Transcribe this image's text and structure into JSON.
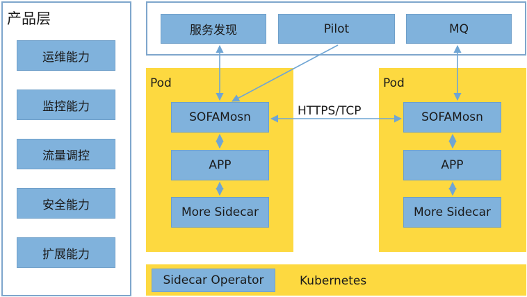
{
  "product_layer": {
    "title": "产品层",
    "items": [
      "运维能力",
      "监控能力",
      "流量调控",
      "安全能力",
      "扩展能力"
    ]
  },
  "control_plane": {
    "items": [
      "服务发现",
      "Pilot",
      "MQ"
    ]
  },
  "pods": [
    {
      "label": "Pod",
      "components": [
        "SOFAMosn",
        "APP",
        "More Sidecar"
      ]
    },
    {
      "label": "Pod",
      "components": [
        "SOFAMosn",
        "APP",
        "More Sidecar"
      ]
    }
  ],
  "link_label": "HTTPS/TCP",
  "kubernetes": {
    "operator": "Sidecar Operator",
    "label": "Kubernetes"
  },
  "colors": {
    "box_fill": "#80b2dc",
    "pod_fill": "#fdd940",
    "frame_border": "#7ea6cc",
    "arrow": "#6fa5d4"
  }
}
